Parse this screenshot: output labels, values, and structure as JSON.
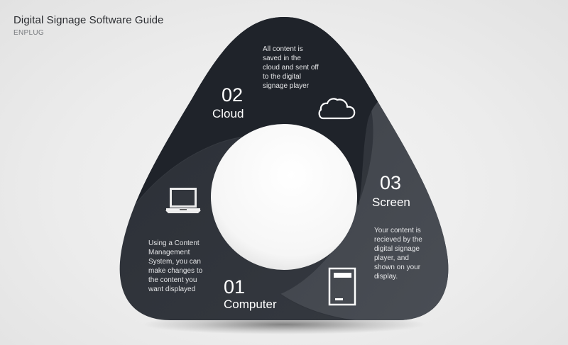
{
  "header": {
    "title": "Digital Signage Software Guide",
    "subtitle": "ENPLUG"
  },
  "colors": {
    "background": "#ececec",
    "segment_cloud": "#1f232a",
    "segment_computer": "#30343b",
    "segment_screen": "#464a51",
    "center_circle": "#ffffff",
    "text": "#ffffff"
  },
  "steps": [
    {
      "number": "01",
      "label": "Computer",
      "icon": "laptop-icon",
      "description": "Using a Content Management System, you can make changes to the content you want displayed"
    },
    {
      "number": "02",
      "label": "Cloud",
      "icon": "cloud-icon",
      "description": "All content is saved in the cloud and sent off to the digital signage player"
    },
    {
      "number": "03",
      "label": "Screen",
      "icon": "screen-icon",
      "description": "Your content is recieved by the digital signage player, and shown  on your display."
    }
  ]
}
